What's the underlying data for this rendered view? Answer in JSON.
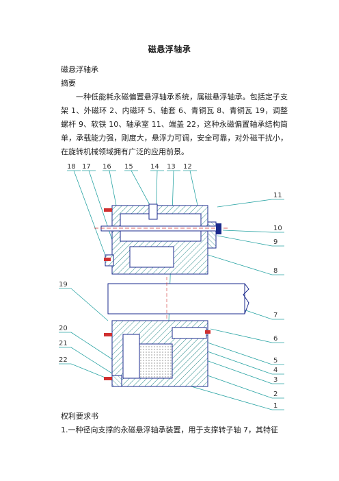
{
  "document": {
    "title": "磁悬浮轴承",
    "subtitle": "磁悬浮轴承",
    "abstract_heading": "摘要",
    "abstract_text": "一种低能耗永磁偏置悬浮轴承系统，属磁悬浮轴承。包括定子支架 1、外磁环 2、内磁环 5、轴套 6、青铜瓦 8、青铜瓦 19，调整螺杆 9、软铁 10、轴承室 11、端盖 22，这种永磁偏置轴承结构简单，承载能力强，刚度大，悬浮力可调，安全可靠，对外磁干扰小，在旋转机械领域拥有广泛的应用前景。",
    "claims_heading": "权利要求书",
    "claims_first_line": "1.一种径向支撑的永磁悬浮轴承装置，用于支撑转子轴 7，其特征"
  },
  "figure": {
    "labels": {
      "l18": "18",
      "l17": "17",
      "l16": "16",
      "l15": "15",
      "l14": "14",
      "l13": "13",
      "l12": "12",
      "l11": "11",
      "l10": "10",
      "l9": "9",
      "l8": "8",
      "l7": "7",
      "l6": "6",
      "l5": "5",
      "l4": "4",
      "l3": "3",
      "l2": "2",
      "l1": "1",
      "l19": "19",
      "l20": "20",
      "l21": "21",
      "l22": "22"
    },
    "colors": {
      "hatch": "#2a8a8a",
      "outline": "#1a2a8c",
      "leader": "#2aa4a4",
      "red": "#d03030"
    }
  }
}
